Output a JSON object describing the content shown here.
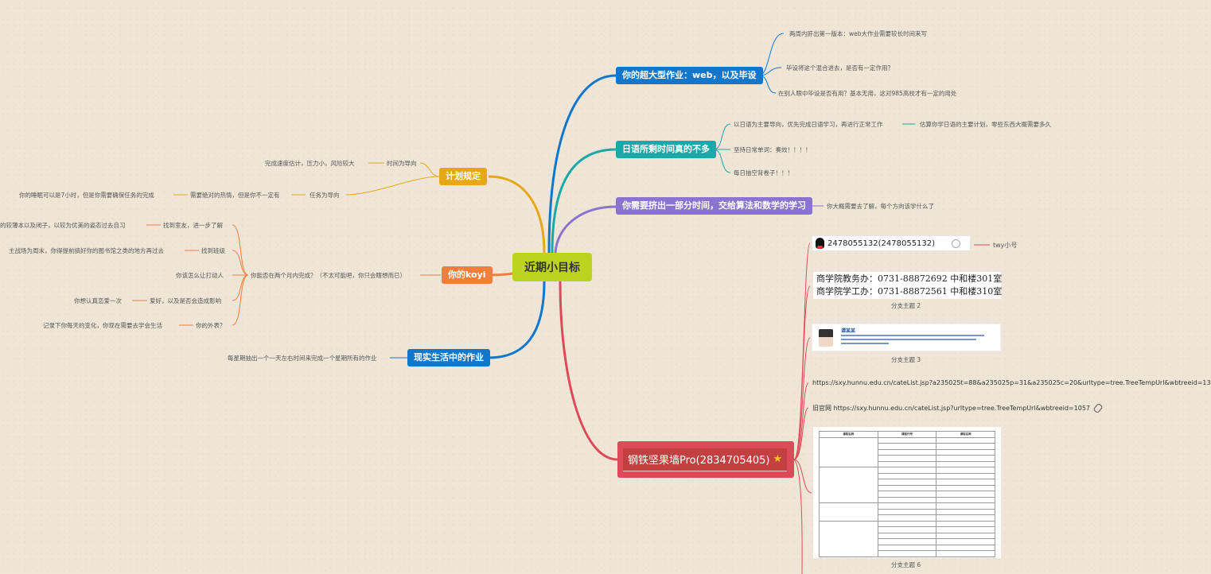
{
  "root": {
    "label": "近期小目标"
  },
  "colors": {
    "root": "#bcd320",
    "web": "#1177cc",
    "japanese": "#1aa8a8",
    "algo": "#8a74cf",
    "plan": "#e6a817",
    "koyi": "#f07f3c",
    "life": "#1177cc",
    "steel": "#de4a58"
  },
  "branches": {
    "web": {
      "label": "你的超大型作业：web，以及毕设",
      "children": [
        "两周内肝出第一版本：web大作业需要较长时间来写",
        "毕设将这个混合进去，是否有一定作用？",
        "在别人眼中毕设是否有用？基本无用，这对985高校才有一定的用处"
      ]
    },
    "japanese": {
      "label": "日语所剩时间真的不多",
      "children": [
        "以日语为主要导向，优先完成日语学习，再进行正常工作",
        "坚持日常单词：奏效！！！！",
        "每日抽空背卷子！！！"
      ],
      "grandchild": "估算你学日语的主要计划，零些东西大概需要多久"
    },
    "algo": {
      "label": "你需要挤出一部分时间，交给算法和数学的学习",
      "child": "你大概需要去了解，每个方向该学什么了"
    },
    "plan": {
      "label": "计划规定",
      "children": [
        {
          "label": "时间为导向",
          "child": "完成速度估计，压力小，风险较大"
        },
        {
          "label": "任务为导向",
          "child": "需要绝对的热情，但是你不一定有",
          "grandchild": "你的睡眠可以是7小时，但是你需要确保任务的完成"
        }
      ]
    },
    "koyi": {
      "label": "你的koyi",
      "child": "你能否在两个月内完成？（不太可能吧，你只会瞎想而已）",
      "items": [
        {
          "label": "找到室友，进一步了解",
          "child": "的较薄本以及闭子，以较为优美的姿态过去自习"
        },
        {
          "label": "找到班级",
          "child": "主战场为周末，你得提前搞好你的图书馆之类的地方再过去"
        },
        {
          "label": "你该怎么让打动人",
          "child": ""
        },
        {
          "label": "爱好，以及是否会造成影响",
          "child": "你想认真恋爱一次"
        },
        {
          "label": "你的外表？",
          "child": "记录下你每天的变化，你现在需要去学会生活"
        }
      ]
    },
    "life": {
      "label": "现实生活中的作业",
      "child": "每星期抽出一个一天左右时间来完成一个星期所有的作业"
    },
    "steel": {
      "label": "钢铁坚果墙Pro(2834705405)",
      "qq_card": "2478055132(2478055132)",
      "qq_note": "twy小号",
      "phone_lines": [
        "商学院教务办：0731-88872692  中和楼301室",
        "商学院学工办：0731-88872561  中和楼310室"
      ],
      "caption2": "分支主题 2",
      "profile_name": "谭某某",
      "caption3": "分支主题 3",
      "url1": "https://sxy.hunnu.edu.cn/cateList.jsp?a235025t=88&a235025p=31&a235025c=20&urltype=tree.TreeTempUrl&wbtreeid=13",
      "url2": "旧官网 https://sxy.hunnu.edu.cn/cateList.jsp?urltype=tree.TreeTempUrl&wbtreeid=1057",
      "caption6": "分支主题 6",
      "table_headers": [
        "课程名称",
        "课程代号",
        "课程名称"
      ]
    }
  }
}
